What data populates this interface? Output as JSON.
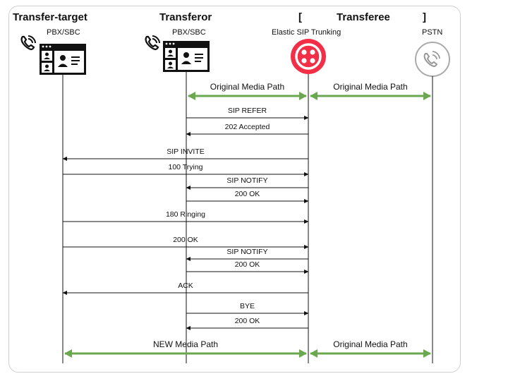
{
  "actors": [
    {
      "title": "Transfer-target",
      "subtitle": "PBX/SBC"
    },
    {
      "title": "Transferor",
      "subtitle": "PBX/SBC"
    },
    {
      "title": "Transferee",
      "subtitle": "Elastic SIP Trunking",
      "subtitle2": "PSTN",
      "bracket_open": "[",
      "bracket_close": "]"
    }
  ],
  "icons": {
    "pbx": "pbx-window-icon",
    "phone": "phone-ringing-icon",
    "trunk": "twilio-logo-icon",
    "pstn": "phone-circle-icon"
  },
  "colors": {
    "media_path": "#6aa84f",
    "twilio_red": "#f22f46",
    "line": "#111111"
  },
  "media_paths": [
    {
      "label": "Original Media Path",
      "from": "transferor",
      "to": "trunk"
    },
    {
      "label": "Original Media Path",
      "from": "trunk",
      "to": "pstn"
    },
    {
      "label": "NEW Media Path",
      "from": "target",
      "to": "trunk"
    },
    {
      "label": "Original Media Path",
      "from": "trunk",
      "to": "pstn"
    }
  ],
  "messages": [
    {
      "label": "SIP REFER",
      "from": "transferor",
      "to": "trunk"
    },
    {
      "label": "202 Accepted",
      "from": "trunk",
      "to": "transferor"
    },
    {
      "label": "SIP INVITE",
      "from": "trunk",
      "to": "target"
    },
    {
      "label": "100 Trying",
      "from": "target",
      "to": "trunk"
    },
    {
      "label": "SIP NOTIFY",
      "from": "trunk",
      "to": "transferor"
    },
    {
      "label": "200 OK",
      "from": "transferor",
      "to": "trunk"
    },
    {
      "label": "180 Ringing",
      "from": "target",
      "to": "trunk"
    },
    {
      "label": "200 OK",
      "from": "target",
      "to": "trunk"
    },
    {
      "label": "SIP NOTIFY",
      "from": "trunk",
      "to": "transferor"
    },
    {
      "label": "200 OK",
      "from": "transferor",
      "to": "trunk"
    },
    {
      "label": "ACK",
      "from": "trunk",
      "to": "target"
    },
    {
      "label": "BYE",
      "from": "transferor",
      "to": "trunk"
    },
    {
      "label": "200 OK",
      "from": "trunk",
      "to": "transferor"
    }
  ]
}
